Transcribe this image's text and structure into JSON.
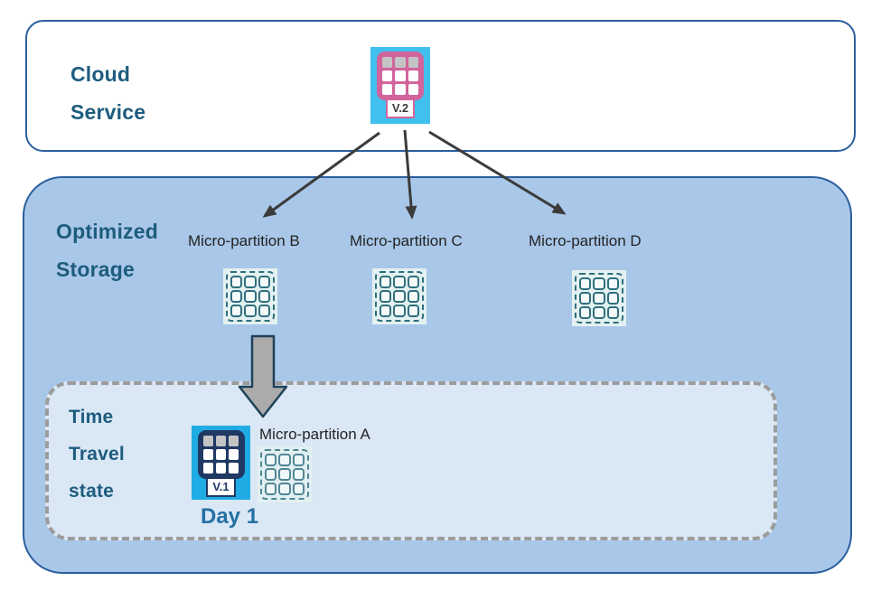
{
  "cloud_service": {
    "label": "Cloud Service",
    "table_icon": {
      "version": "V.2"
    }
  },
  "optimized_storage": {
    "label": "Optimized Storage",
    "partitions": [
      {
        "label": "Micro-partition B"
      },
      {
        "label": "Micro-partition C"
      },
      {
        "label": "Micro-partition D"
      }
    ],
    "time_travel": {
      "label": "Time Travel state",
      "table_icon": {
        "version": "V.1"
      },
      "partition": {
        "label": "Micro-partition A"
      },
      "day_label": "Day 1"
    }
  },
  "icons": {
    "table_v2": "table-grid-with-version-tag",
    "table_v1": "table-grid-with-version-tag",
    "micro_partition": "dashed-3x3-grid",
    "fan_arrows": "three-thin-down-arrows",
    "block_arrow": "thick-down-block-arrow"
  },
  "colors": {
    "panel_border": "#2B5F9E",
    "storage_fill": "#A9C7E8",
    "time_travel_fill": "#DAE7F5",
    "time_travel_border": "#9C9C9C",
    "heading_text": "#1D5C7E",
    "day_text": "#2470A3",
    "label_text": "#242424",
    "v2_accent": "#D2649C",
    "v1_accent": "#1F3864",
    "v2_bg": "#3FC0EF",
    "v1_bg": "#1FACE4",
    "grid_gray_cell": "#C4C4C4",
    "partition_teal": "#2F6F7E",
    "partition_bg": "#E3F1F1",
    "partition_cell": "#F5FBFB",
    "arrow_dark": "#3B3B3B",
    "block_arrow_fill": "#ABABAB",
    "block_arrow_stroke": "#1E4258"
  }
}
